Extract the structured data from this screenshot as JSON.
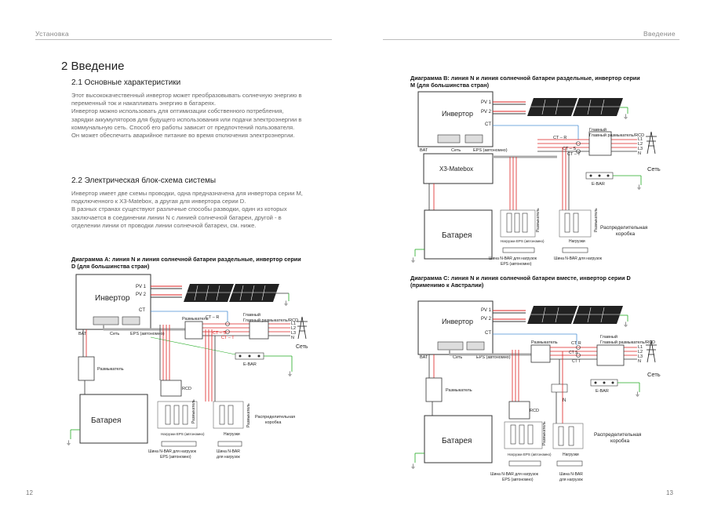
{
  "left_page": {
    "header": "Установка",
    "page_number": "12",
    "chapter_title": "2 Введение",
    "section1_title": "2.1 Основные характеристики",
    "section1_text": "Этот высококачественный инвертор может преобразовывать солнечную энергию в переменный ток и накапливать энергию в батареях.\nИнвертор можно использовать для оптимизации собственного потребления, зарядки аккумуляторов для будущего использования или подачи электроэнергии в коммунальную сеть. Способ его работы зависит от предпочтений пользователя. Он может обеспечить аварийное питание во время отключения электроэнергии.",
    "section2_title": "2.2 Электрическая блок-схема системы",
    "section2_text": "Инвертор имеет две схемы проводки, одна предназначена для инвертора серии M, подключенного к X3-Matebox, а другая для инвертора серии D.\nВ разных странах существуют различные способы разводки, один из которых заключается в соединении линии N с линией солнечной батареи, другой - в отделении линии от проводки линии солнечной батареи, см. ниже.",
    "diagram_a_caption": "Диаграмма A: линия N и линия солнечной батареи раздельные, инвертор серии D (для большинства стран)",
    "diagram_a": {
      "inverter": "Инвертор",
      "pv1": "PV 1",
      "pv2": "PV 2",
      "ct": "CT",
      "bat": "BAT",
      "grid_port": "Сеть",
      "eps_port": "EPS (автономно)",
      "breaker": "Размыкатель",
      "battery": "Батарея",
      "breaker2": "Размыкатель",
      "main_breaker": "Главный размыкатель/RCD",
      "ct_r": "CT – R",
      "ct_s": "CT – S",
      "ct_t": "CT – T",
      "l1": "L1",
      "l2": "L2",
      "l3": "L3",
      "n": "N",
      "grid": "Сеть",
      "ebar": "E-BAR",
      "rcd": "RCD",
      "breaker_v1": "Размыкатель",
      "breaker_v2": "Размыкатель",
      "eps_load": "Нагрузки EPS (автономно)",
      "loads": "Нагрузки",
      "nbar_eps": "Шина N-BAR для нагрузок EPS (автономно)",
      "nbar_loads": "Шина N-BAR для нагрузок",
      "distribution_box": "Распределительная коробка"
    }
  },
  "right_page": {
    "header": "Введение",
    "page_number": "13",
    "diagram_b_caption": "Диаграмма B: линия N и линия солнечной батареи раздельные, инвертор серии M (для большинства стран)",
    "diagram_b": {
      "inverter": "Инвертор",
      "pv1": "PV 1",
      "pv2": "PV 2",
      "ct": "CT",
      "bat": "BAT",
      "grid_port": "Сеть",
      "eps_port": "EPS (автономно)",
      "matebox": "X3-Matebox",
      "battery": "Батарея",
      "main_breaker": "Главный размыкатель/RCD",
      "ct_r": "CT – R",
      "ct_s": "CT – S",
      "ct_t": "CT – T",
      "l1": "L1",
      "l2": "L2",
      "l3": "L3",
      "n": "N",
      "grid": "Сеть",
      "ebar": "E-BAR",
      "breaker_v1": "Размыкатель",
      "breaker_v2": "Размыкатель",
      "eps_load": "Нагрузки EPS (автономно)",
      "loads": "Нагрузки",
      "nbar_eps": "Шина N-BAR для нагрузок EPS (автономно)",
      "nbar_loads": "Шина N-BAR для нагрузок",
      "distribution_box": "Распределительная коробка"
    },
    "diagram_c_caption": "Диаграмма C: линия N и линия солнечной батареи вместе, инвертор серии D (применимо к Австралии)",
    "diagram_c": {
      "inverter": "Инвертор",
      "pv1": "PV 1",
      "pv2": "PV 2",
      "ct": "CT",
      "bat": "BAT",
      "grid_port": "Сеть",
      "eps_port": "EPS (автономно)",
      "breaker": "Размыкатель",
      "battery": "Батарея",
      "breaker2": "Размыкатель",
      "main_breaker": "Главный размыкатель/RCD",
      "ct_r": "CT R",
      "ct_s": "CT S",
      "ct_t": "CT T",
      "l1": "L1",
      "l2": "L2",
      "l3": "L3",
      "n": "N",
      "n_mid": "N",
      "grid": "Сеть",
      "ebar": "E-BAR",
      "rcd": "RCD",
      "breaker_v1": "Размыкатель",
      "eps_load": "Нагрузки EPS (автономно)",
      "loads": "Нагрузки",
      "nbar_eps": "Шина N-BAR для нагрузок EPS (автономно)",
      "nbar_loads": "Шина N-BAR для нагрузок",
      "distribution_box": "Распределительная коробка"
    }
  }
}
